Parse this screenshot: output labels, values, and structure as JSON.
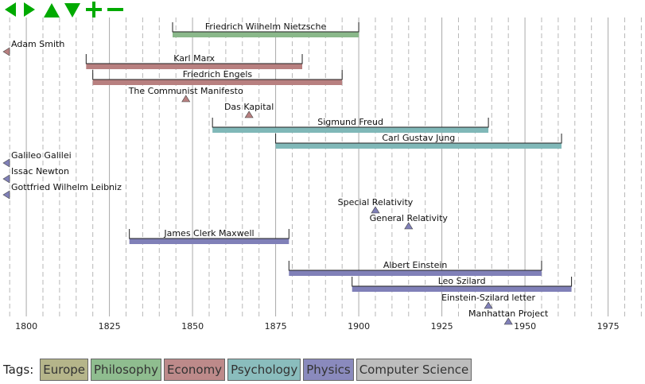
{
  "toolbar": {
    "buttons": [
      {
        "name": "scroll-left-icon",
        "glyph": "left"
      },
      {
        "name": "scroll-right-icon",
        "glyph": "right"
      },
      {
        "name": "scroll-up-icon",
        "glyph": "up"
      },
      {
        "name": "scroll-down-icon",
        "glyph": "down"
      },
      {
        "name": "zoom-in-icon",
        "glyph": "plus"
      },
      {
        "name": "zoom-out-icon",
        "glyph": "minus"
      }
    ],
    "color": "#00aa00"
  },
  "tags": {
    "label": "Tags:",
    "items": [
      {
        "label": "Europe",
        "color": "#b5b58a"
      },
      {
        "label": "Philosophy",
        "color": "#8fbd8f"
      },
      {
        "label": "Economy",
        "color": "#bd8a8a"
      },
      {
        "label": "Psychology",
        "color": "#8abdbd"
      },
      {
        "label": "Physics",
        "color": "#8a8abd"
      },
      {
        "label": "Computer Science",
        "color": "#bdbdbd"
      }
    ]
  },
  "chart_data": {
    "type": "timeline",
    "xlim": [
      1794,
      1986
    ],
    "major_ticks": [
      1800,
      1825,
      1850,
      1875,
      1900,
      1925,
      1950,
      1975
    ],
    "minor_step": 5,
    "grid": true,
    "colors": {
      "Philosophy": "#8ab88a",
      "Economy": "#b88080",
      "Psychology": "#80b8b8",
      "Physics": "#8080b8"
    },
    "spans": [
      {
        "label": "Friedrich Wilhelm Nietzsche",
        "start": 1844,
        "end": 1900,
        "row": 0,
        "category": "Philosophy"
      },
      {
        "label": "Karl Marx",
        "start": 1818,
        "end": 1883,
        "row": 2,
        "category": "Economy"
      },
      {
        "label": "Friedrich Engels",
        "start": 1820,
        "end": 1895,
        "row": 3,
        "category": "Economy"
      },
      {
        "label": "Sigmund Freud",
        "start": 1856,
        "end": 1939,
        "row": 6,
        "category": "Psychology"
      },
      {
        "label": "Carl Gustav Jung",
        "start": 1875,
        "end": 1961,
        "row": 7,
        "category": "Psychology"
      },
      {
        "label": "James Clerk Maxwell",
        "start": 1831,
        "end": 1879,
        "row": 13,
        "category": "Physics"
      },
      {
        "label": "Albert Einstein",
        "start": 1879,
        "end": 1955,
        "row": 15,
        "category": "Physics"
      },
      {
        "label": "Leo Szilard",
        "start": 1898,
        "end": 1964,
        "row": 16,
        "category": "Physics"
      }
    ],
    "events": [
      {
        "label": "Adam Smith",
        "year": 1790,
        "row": 1,
        "category": "Economy",
        "offscreen": true
      },
      {
        "label": "The Communist Manifesto",
        "year": 1848,
        "row": 4,
        "category": "Economy"
      },
      {
        "label": "Das Kapital",
        "year": 1867,
        "row": 5,
        "category": "Economy"
      },
      {
        "label": "Galileo Galilei",
        "year": 1600,
        "row": 8,
        "category": "Physics",
        "offscreen": true
      },
      {
        "label": "Issac Newton",
        "year": 1680,
        "row": 9,
        "category": "Physics",
        "offscreen": true
      },
      {
        "label": "Gottfried Wilhelm Leibniz",
        "year": 1680,
        "row": 10,
        "category": "Physics",
        "offscreen": true
      },
      {
        "label": "Special Relativity",
        "year": 1905,
        "row": 11,
        "category": "Physics"
      },
      {
        "label": "General Relativity",
        "year": 1915,
        "row": 12,
        "category": "Physics"
      },
      {
        "label": "Einstein-Szilard letter",
        "year": 1939,
        "row": 17,
        "category": "Physics"
      },
      {
        "label": "Manhattan Project",
        "year": 1945,
        "row": 18,
        "category": "Physics"
      }
    ]
  }
}
